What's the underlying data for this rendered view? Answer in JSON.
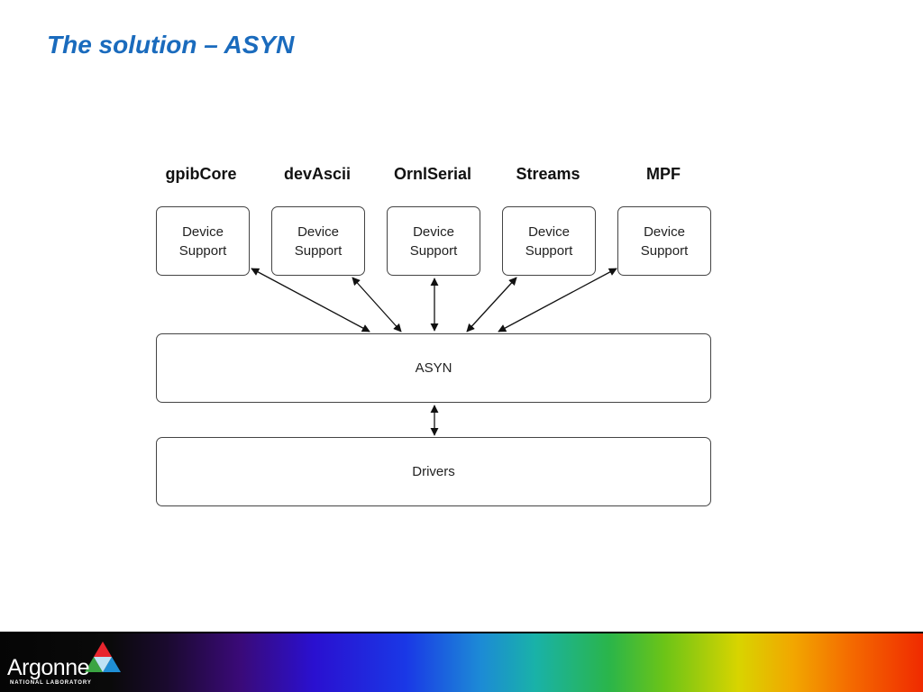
{
  "slide": {
    "title": "The solution – ASYN"
  },
  "modules": [
    {
      "name": "gpibCore",
      "box_line1": "Device",
      "box_line2": "Support"
    },
    {
      "name": "devAscii",
      "box_line1": "Device",
      "box_line2": "Support"
    },
    {
      "name": "OrnlSerial",
      "box_line1": "Device",
      "box_line2": "Support"
    },
    {
      "name": "Streams",
      "box_line1": "Device",
      "box_line2": "Support"
    },
    {
      "name": "MPF",
      "box_line1": "Device",
      "box_line2": "Support"
    }
  ],
  "layers": {
    "asyn": "ASYN",
    "drivers": "Drivers"
  },
  "footer": {
    "logo_word": "Argonne",
    "logo_sub": "NATIONAL LABORATORY",
    "logo_colors": [
      "#e8262e",
      "#3aa442",
      "#1f8fd6"
    ]
  }
}
